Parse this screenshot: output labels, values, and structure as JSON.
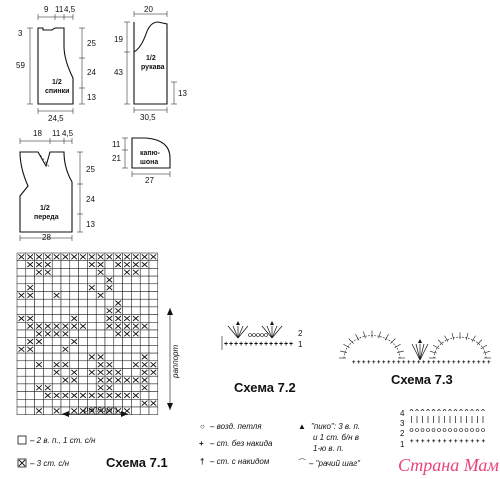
{
  "patterns": {
    "back": {
      "label1": "1/2",
      "label2": "спинки",
      "top_dims": [
        "9",
        "11",
        "4,5"
      ],
      "bottom_dim": "24,5",
      "left_dims": [
        "3",
        "59"
      ],
      "right_dims": [
        "25",
        "24",
        "13"
      ]
    },
    "sleeve": {
      "label1": "1/2",
      "label2": "рукава",
      "top_dim": "20",
      "bottom_dim": "30,5",
      "left_dims": [
        "19",
        "43"
      ],
      "right_dim": "13"
    },
    "front": {
      "label1": "1/2",
      "label2": "переда",
      "top_dims": [
        "18",
        "11",
        "4,5"
      ],
      "bottom_dim": "28",
      "right_dims": [
        "25",
        "24",
        "13"
      ]
    },
    "hood": {
      "label1": "капю-",
      "label2": "шона",
      "left_dims": [
        "11",
        "21"
      ],
      "bottom_dim": "27"
    }
  },
  "scheme1": {
    "title": "Схема 7.1",
    "rapport_h": "раппорт",
    "rapport_v": "раппорт",
    "grid_rows": [
      "xxxxxxxxxxxxxxxx",
      ".xxx....xx.xxxx.",
      "..xx.....x..xx..",
      "..........x.....",
      ".x......x.x.....",
      "xx..x....x......",
      "...........x....",
      "..........xx....",
      "xx....x...xxxx..",
      ".xxxxxxx..xxxxx.",
      "..xxxx.....xxx..",
      ".xx...x.........",
      "xx...x..........",
      "........xx....x.",
      "..x.xx...xx..xxx",
      "....x.x.xxxx..xx",
      ".....xx..xxxxxx.",
      "..xx.....xx...x.",
      "...xxxxxxxxxxx..",
      "..............xx",
      "..x.x.xxxxxxx..."
    ]
  },
  "scheme2": {
    "title": "Схема 7.2",
    "row_numbers": [
      "2",
      "1"
    ]
  },
  "scheme3": {
    "title": "Схема 7.3"
  },
  "legend": {
    "empty_cell": "– 2 в. п., 1 ст. с/н",
    "x_cell": "– 3 ст. с/н",
    "chain_sym": "○",
    "chain": "– возд. петля",
    "sc_sym": "+",
    "sc": "– ст. без накида",
    "dc_sym": "†",
    "dc": "– ст. с накидом",
    "picot_sym": "▲",
    "picot_1": "\"пико\": 3 в. п.",
    "picot_2": "и 1 ст. б/н в",
    "picot_3": "1-ю в. п.",
    "crab_sym": "⁀",
    "crab": "– \"рачий шаг\""
  },
  "scheme4": {
    "row_numbers": [
      "4",
      "3",
      "2",
      "1"
    ]
  },
  "watermark": "Страна Мам",
  "colors": {
    "ink": "#111111",
    "watermark": "#e8447a"
  }
}
